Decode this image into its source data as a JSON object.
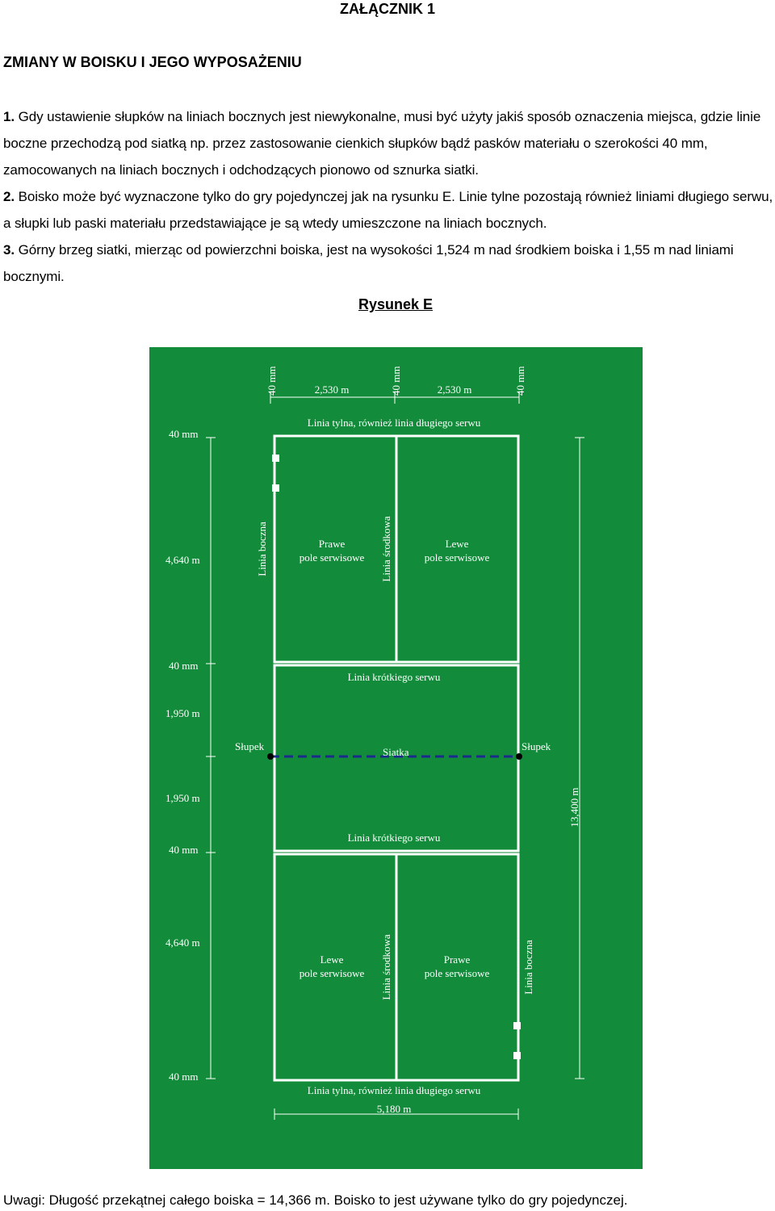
{
  "header": {
    "title": "ZAŁĄCZNIK 1",
    "subtitle": "ZMIANY W BOISKU I JEGO WYPOSAŻENIU"
  },
  "paragraphs": [
    {
      "num": "1.",
      "text": " Gdy ustawienie słupków na liniach bocznych jest niewykonalne, musi być użyty jakiś sposób oznaczenia miejsca, gdzie linie boczne przechodzą pod siatką np. przez zastosowanie cienkich słupków bądź pasków materiału o szerokości 40 mm, zamocowanych na liniach bocznych i odchodzących pionowo od sznurka siatki."
    },
    {
      "num": "2.",
      "text": " Boisko może być wyznaczone tylko do gry pojedynczej jak na rysunku E. Linie tylne pozostają również liniami długiego serwu, a słupki lub paski materiału przedstawiające je są wtedy umieszczone na liniach bocznych."
    },
    {
      "num": "3.",
      "text": " Górny brzeg siatki, mierząc od powierzchni boiska, jest na wysokości 1,524 m nad środkiem boiska i 1,55 m nad liniami bocznymi."
    }
  ],
  "figure": {
    "caption": "Rysunek E",
    "colors": {
      "court": "#128c3a",
      "lines": "#ffffff",
      "net": "#1c2a8c"
    },
    "labels": {
      "top_40mm": "40 mm",
      "top_2530_left": "2,530 m",
      "top_2530_right": "2,530 m",
      "back_line_top": "Linia tylna, również linia długiego serwu",
      "back_line_bottom": "Linia tylna, również linia długiego serwu",
      "left_40mm_1": "40 mm",
      "left_4640_top": "4,640 m",
      "left_40mm_2": "40 mm",
      "left_1950_top": "1,950 m",
      "left_1950_bottom": "1,950 m",
      "left_40mm_3": "40 mm",
      "left_4640_bottom": "4,640 m",
      "left_40mm_4": "40 mm",
      "sideline_top": "Linia boczna",
      "centre_line_top": "Linia środkowa",
      "centre_line_bottom": "Linia środkowa",
      "sideline_bottom": "Linia boczna",
      "right_court_top_1": "Prawe",
      "right_court_top_2": "pole serwisowe",
      "left_court_top_1": "Lewe",
      "left_court_top_2": "pole serwisowe",
      "left_court_bottom_1": "Lewe",
      "left_court_bottom_2": "pole serwisowe",
      "right_court_bottom_1": "Prawe",
      "right_court_bottom_2": "pole serwisowe",
      "short_line_top": "Linia krótkiego serwu",
      "short_line_bottom": "Linia krótkiego serwu",
      "post_left": "Słupek",
      "post_right": "Słupek",
      "net": "Siatka",
      "total_length": "13,400 m",
      "total_width": "5,180 m"
    }
  },
  "note": "Uwagi: Długość przekątnej całego boiska = 14,366 m. Boisko to jest używane tylko do gry pojedynczej."
}
